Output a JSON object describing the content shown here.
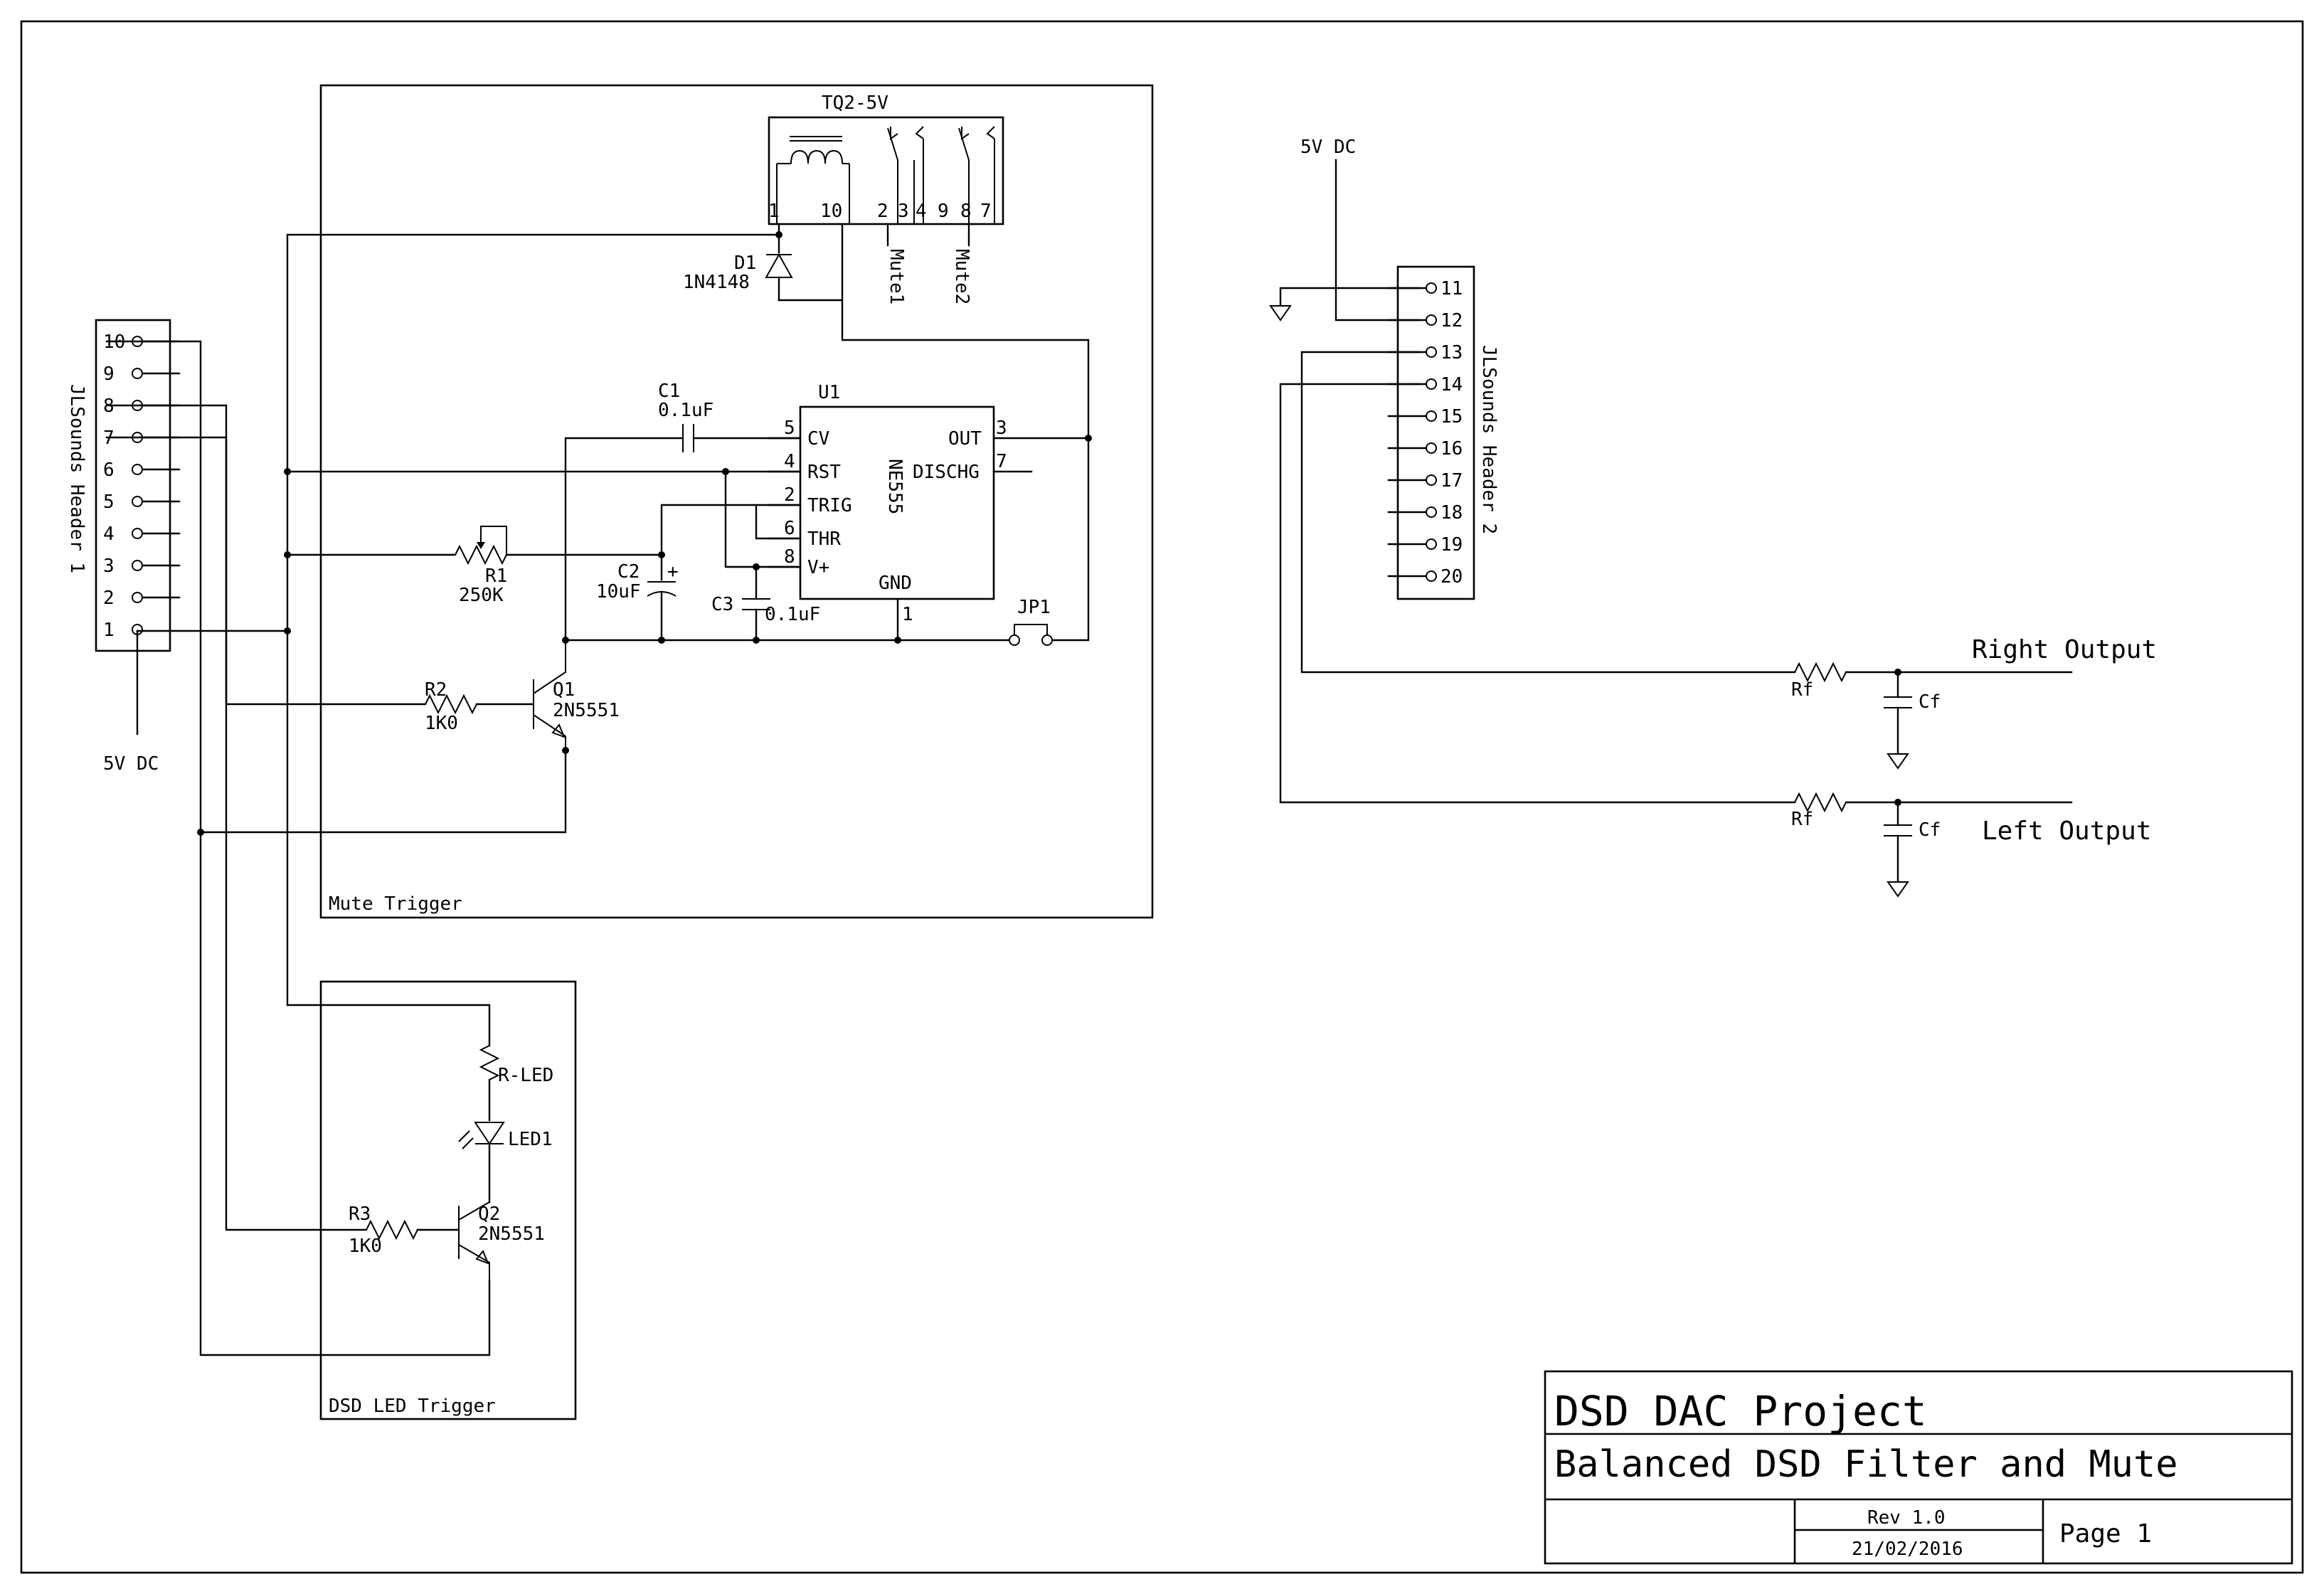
{
  "blocks": {
    "mute_trigger": "Mute Trigger",
    "dsd_led_trigger": "DSD LED Trigger"
  },
  "header1": {
    "name": "JLSounds Header 1",
    "pins": [
      "10",
      "9",
      "8",
      "7",
      "6",
      "5",
      "4",
      "3",
      "2",
      "1"
    ],
    "supply": "5V DC"
  },
  "header2": {
    "name": "JLSounds Header 2",
    "pins": [
      "11",
      "12",
      "13",
      "14",
      "15",
      "16",
      "17",
      "18",
      "19",
      "20"
    ],
    "supply": "5V DC"
  },
  "relay": {
    "name": "TQ2-5V",
    "pins": [
      "1",
      "10",
      "2",
      "3",
      "4",
      "9",
      "8",
      "7"
    ],
    "mute1": "Mute1",
    "mute2": "Mute2"
  },
  "diode": {
    "ref": "D1",
    "value": "1N4148"
  },
  "timer": {
    "ref": "U1",
    "part": "NE555",
    "pins_left": [
      {
        "num": "5",
        "name": "CV"
      },
      {
        "num": "4",
        "name": "RST"
      },
      {
        "num": "2",
        "name": "TRIG"
      },
      {
        "num": "6",
        "name": "THR"
      },
      {
        "num": "8",
        "name": "V+"
      }
    ],
    "pins_right": [
      {
        "num": "3",
        "name": "OUT"
      },
      {
        "num": "7",
        "name": "DISCHG"
      }
    ],
    "gnd_pin": {
      "num": "1",
      "name": "GND"
    }
  },
  "c1": {
    "ref": "C1",
    "value": "0.1uF"
  },
  "c2": {
    "ref": "C2",
    "value": "10uF"
  },
  "c3": {
    "ref": "C3",
    "value": "0.1uF"
  },
  "r1": {
    "ref": "R1",
    "value": "250K"
  },
  "r2": {
    "ref": "R2",
    "value": "1K0"
  },
  "r3": {
    "ref": "R3",
    "value": "1K0"
  },
  "q1": {
    "ref": "Q1",
    "value": "2N5551"
  },
  "q2": {
    "ref": "Q2",
    "value": "2N5551"
  },
  "jp1": {
    "ref": "JP1"
  },
  "rled": {
    "ref": "R-LED"
  },
  "led": {
    "ref": "LED1"
  },
  "filter": {
    "rf": "Rf",
    "cf": "Cf",
    "right_output": "Right Output",
    "left_output": "Left Output"
  },
  "title_block": {
    "project": "DSD DAC Project",
    "title": "Balanced DSD Filter and Mute",
    "rev": "Rev 1.0",
    "date": "21/02/2016",
    "page": "Page 1"
  }
}
